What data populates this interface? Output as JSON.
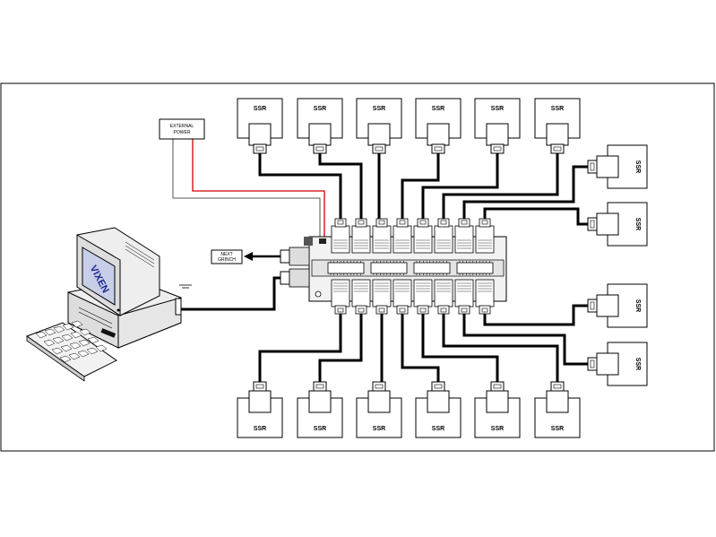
{
  "diagram": {
    "ssr_label": "SSR",
    "external_power_label_line1": "EXTERNAL",
    "external_power_label_line2": "POWER",
    "next_grinch_line1": "NEXT",
    "next_grinch_line2": "GRINCH",
    "computer_brand": "VIXEN",
    "colors": {
      "power_wire": "#cc0000",
      "cable": "#000000",
      "computer_body": "#eeeeee",
      "screen_text": "#1a2a8a"
    }
  }
}
